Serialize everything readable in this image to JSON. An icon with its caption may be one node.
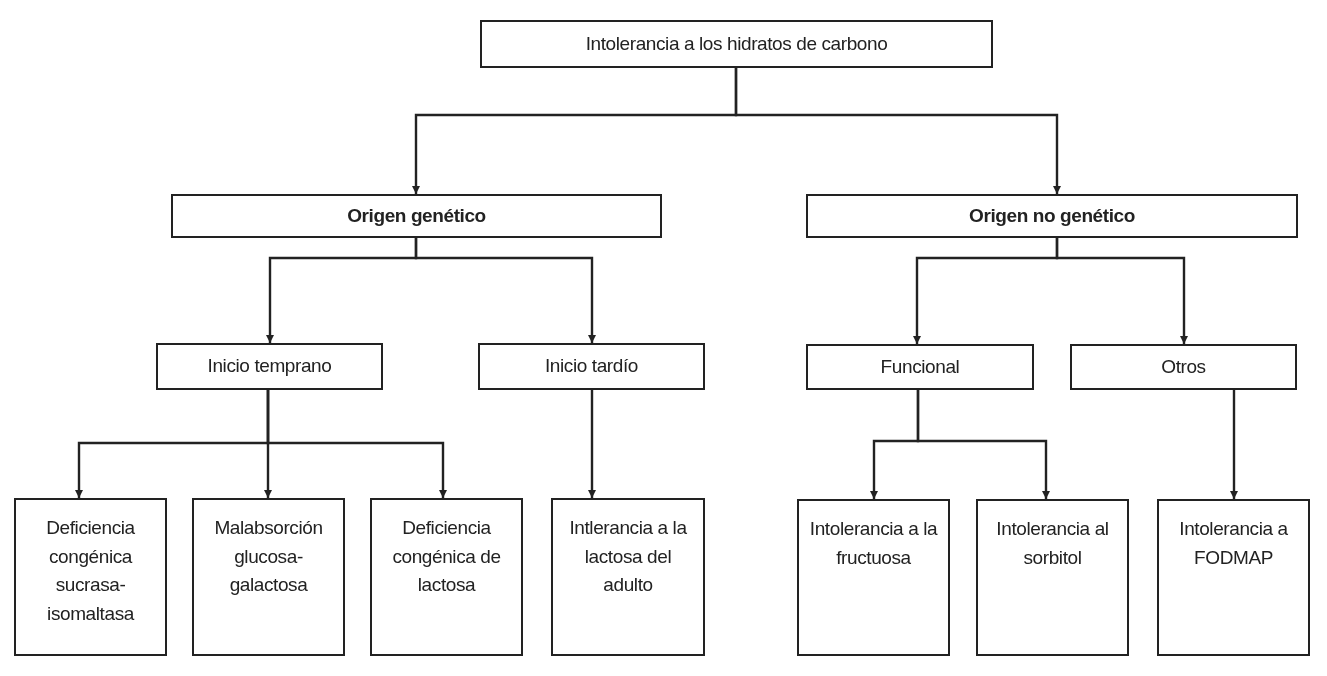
{
  "diagram": {
    "nodes": [
      {
        "text": [
          "Intolerancia a los hidratos de carbono"
        ]
      },
      {
        "text": [
          "Origen genético"
        ]
      },
      {
        "text": [
          "Origen no genético"
        ]
      },
      {
        "text": [
          "Inicio temprano"
        ]
      },
      {
        "text": [
          "Inicio tardío"
        ]
      },
      {
        "text": [
          "Funcional"
        ]
      },
      {
        "text": [
          "Otros"
        ]
      },
      {
        "text": [
          "Deficiencia congénica sucrasa-isomaltasa"
        ]
      },
      {
        "text": [
          "Malabsorción glucosa-galactosa"
        ]
      },
      {
        "text": [
          "Deficiencia congénica de lactosa"
        ]
      },
      {
        "text": [
          "Intlerancia a la lactosa del adulto"
        ]
      },
      {
        "text": [
          "Intolerancia a la fructuosa"
        ]
      },
      {
        "text": [
          "Intolerancia al sorbitol"
        ]
      },
      {
        "text": [
          "Intolerancia a FODMAP"
        ]
      }
    ],
    "edges": [
      {
        "from": 0,
        "to": 1,
        "arrow": "to"
      },
      {
        "from": 0,
        "to": 2,
        "arrow": "to"
      },
      {
        "from": 1,
        "to": 3,
        "arrow": "to"
      },
      {
        "from": 1,
        "to": 4,
        "arrow": "to"
      },
      {
        "from": 2,
        "to": 5,
        "arrow": "to"
      },
      {
        "from": 2,
        "to": 6,
        "arrow": "to"
      },
      {
        "from": 3,
        "to": 7,
        "arrow": "to"
      },
      {
        "from": 3,
        "to": 8,
        "arrow": "to"
      },
      {
        "from": 3,
        "to": 9,
        "arrow": "to"
      },
      {
        "from": 4,
        "to": 10,
        "arrow": "to"
      },
      {
        "from": 5,
        "to": 11,
        "arrow": "to"
      },
      {
        "from": 5,
        "to": 12,
        "arrow": "to"
      },
      {
        "from": 6,
        "to": 13,
        "arrow": "to"
      }
    ]
  }
}
